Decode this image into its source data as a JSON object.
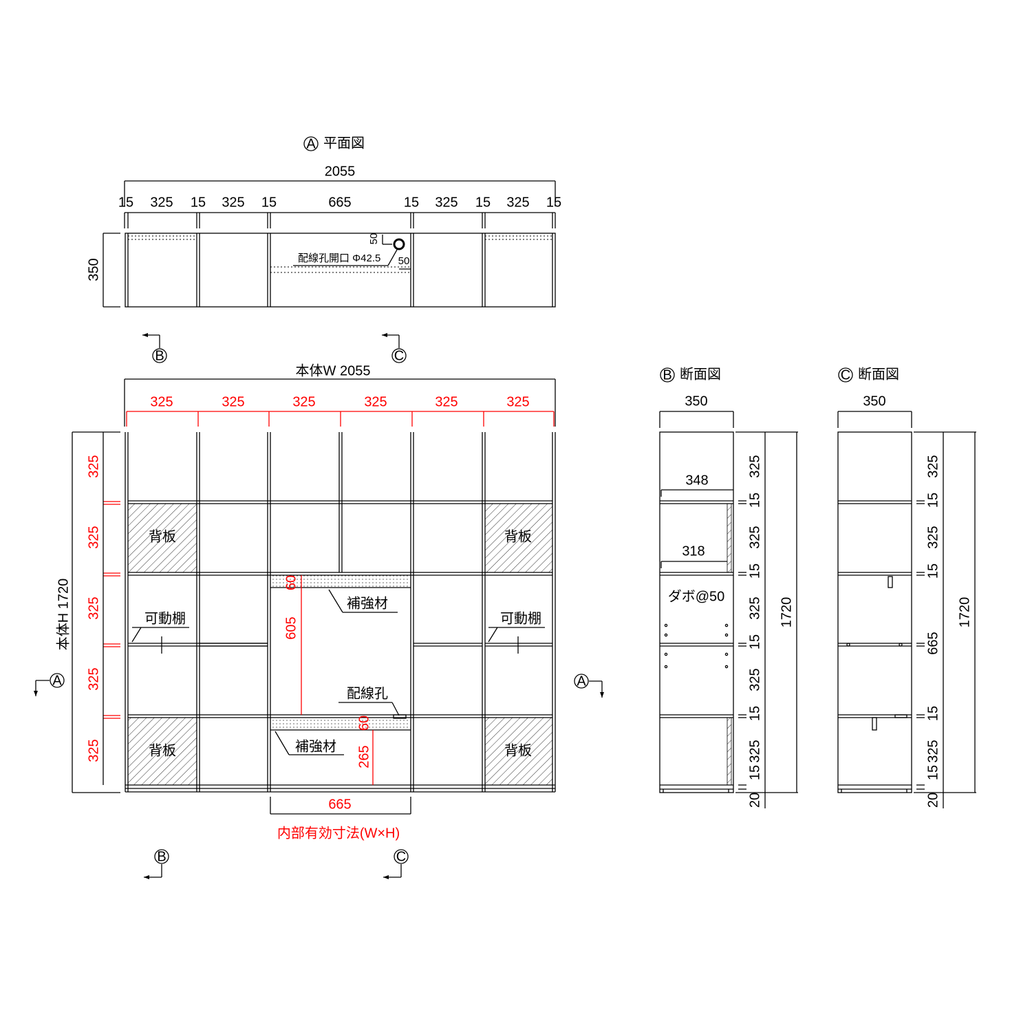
{
  "colors": {
    "line": "#000000",
    "dimension_red": "#ff0000"
  },
  "plan": {
    "marker": "A",
    "title": "平面図",
    "overall": "2055",
    "segments": [
      "15",
      "325",
      "15",
      "325",
      "15",
      "665",
      "15",
      "325",
      "15",
      "325",
      "15"
    ],
    "depth": "350",
    "hole_label": "配線孔開口 Φ42.5",
    "hole_offset_v": "50",
    "hole_offset_h": "50"
  },
  "markers": {
    "b_top": "B",
    "c_top": "C",
    "b_bottom": "B",
    "c_bottom": "C",
    "a_left": "A",
    "a_right": "A"
  },
  "front": {
    "overall": "本体W 2055",
    "height": "本体H 1720",
    "cell_widths": [
      "325",
      "325",
      "325",
      "325",
      "325",
      "325"
    ],
    "row_heights": [
      "325",
      "325",
      "325",
      "325",
      "325"
    ],
    "back_panel": "背板",
    "movable_shelf": "可動棚",
    "reinforcement": "補強材",
    "cable_hole": "配線孔",
    "inner_width": "665",
    "inner_h_upper": "605",
    "inner_h_lower": "265",
    "reinf_upper": "60",
    "reinf_lower": "60",
    "caption": "内部有効寸法(W×H)"
  },
  "section_b": {
    "marker": "B",
    "title": "断面図",
    "depth": "350",
    "shelf_top": "348",
    "shelf_mid": "318",
    "dowel": "ダボ@50",
    "dims": [
      "325",
      "15",
      "325",
      "15",
      "325",
      "15",
      "325",
      "15",
      "325",
      "15",
      "20"
    ],
    "total": "1720"
  },
  "section_c": {
    "marker": "C",
    "title": "断面図",
    "depth": "350",
    "dims": [
      "325",
      "15",
      "325",
      "15",
      "665",
      "15",
      "325",
      "15",
      "20"
    ],
    "total": "1720"
  }
}
